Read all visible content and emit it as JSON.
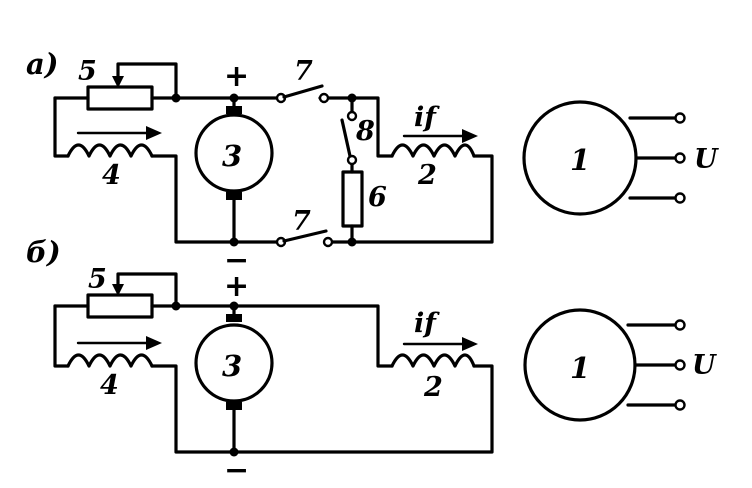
{
  "diagram": {
    "variant_a": {
      "tag": "а)",
      "labels": {
        "rheostat": "5",
        "plus": "+",
        "switch_top": "7",
        "switch_bottom": "7",
        "switch_8": "8",
        "resistor": "6",
        "armature": "3",
        "gen_field": "4",
        "field_current": "if",
        "exciter_field": "2",
        "machine": "1",
        "minus": "−",
        "voltage": "U"
      }
    },
    "variant_b": {
      "tag": "б)",
      "labels": {
        "rheostat": "5",
        "plus": "+",
        "armature": "3",
        "gen_field": "4",
        "field_current": "if",
        "exciter_field": "2",
        "machine": "1",
        "minus": "−",
        "voltage": "U"
      }
    }
  }
}
